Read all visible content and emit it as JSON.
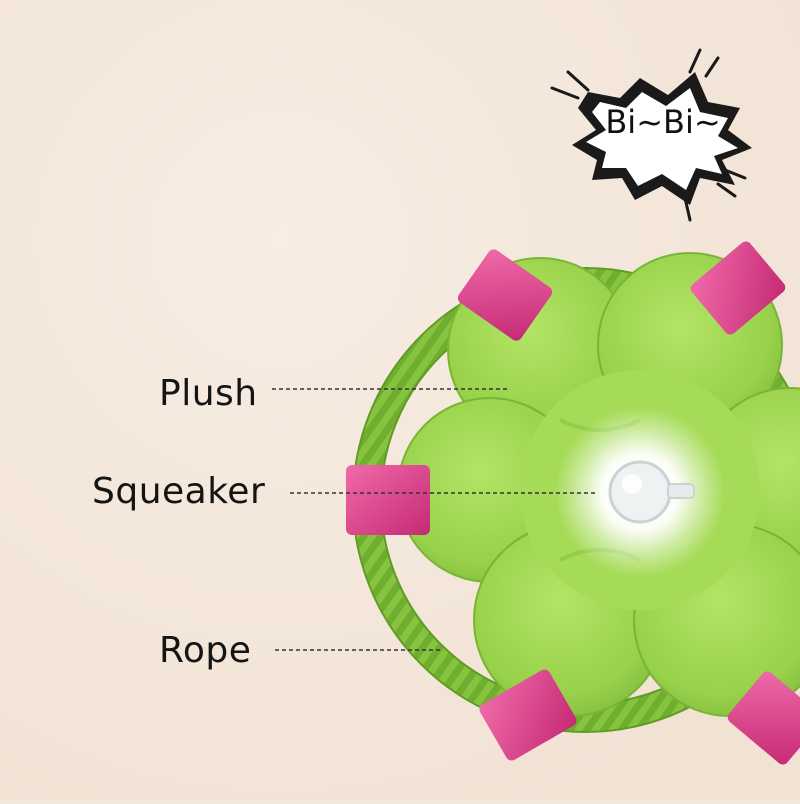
{
  "sound_effect": {
    "text": "Bi~Bi~"
  },
  "callouts": {
    "plush": "Plush",
    "squeaker": "Squeaker",
    "rope": "Rope"
  },
  "colors": {
    "background": "#f3e6da",
    "plush_green": "#9cd64e",
    "rope_green": "#7fbf3a",
    "tab_pink": "#e0418f"
  },
  "icons": [
    "speech-burst-icon"
  ]
}
